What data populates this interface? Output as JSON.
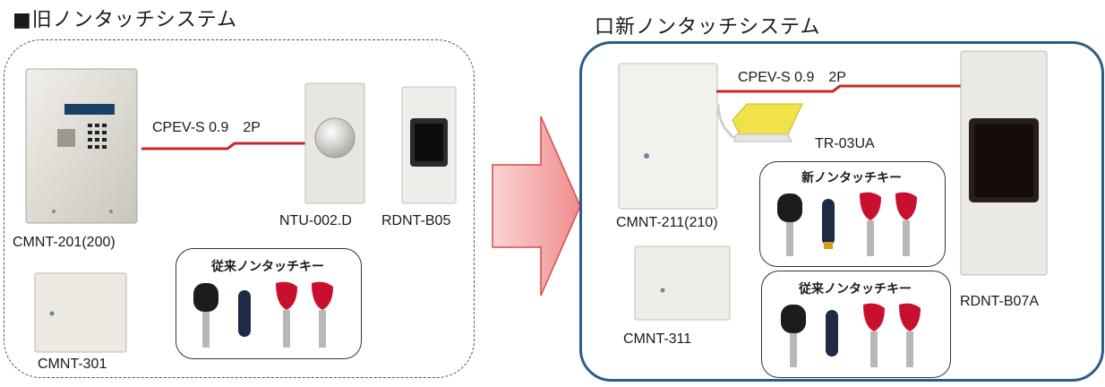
{
  "old_system": {
    "title": "■旧ノンタッチシステム",
    "controller_label": "CMNT-201(200)",
    "box_label": "CMNT-301",
    "cable_label": "CPEV-S 0.9　2P",
    "reader1_label": "NTU-002.D",
    "reader2_label": "RDNT-B05",
    "keys_title": "従来ノンタッチキー"
  },
  "new_system": {
    "title": "口新ノンタッチシステム",
    "controller_label": "CMNT-211(210)",
    "box_label": "CMNT-311",
    "cable_label": "CPEV-S 0.9　2P",
    "adapter_label": "TR-03UA",
    "reader_label": "RDNT-B07A",
    "new_keys_title": "新ノンタッチキー",
    "old_keys_title": "従来ノンタッチキー"
  },
  "colors": {
    "cable": "#c62828",
    "new_frame": "#2f5c86",
    "arrow_fill": "#f4a7a7",
    "adapter": "#f2e24a",
    "key_red": "#c8102e",
    "key_black": "#1c1c1c",
    "key_navy": "#1f2a44"
  },
  "icons": [
    "controller-panel-icon",
    "junction-box-icon",
    "touchless-reader-icon",
    "arrow-right-icon",
    "touchless-key-icon"
  ]
}
